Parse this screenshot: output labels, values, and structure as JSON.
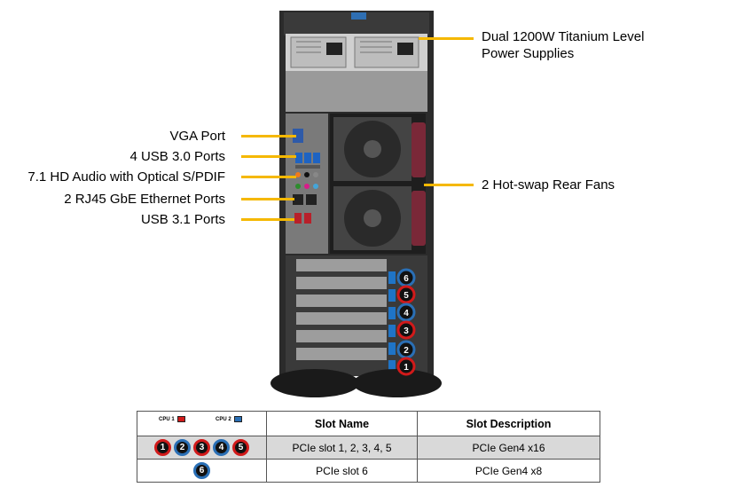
{
  "callouts_left": [
    {
      "id": "vga",
      "text": "VGA Port"
    },
    {
      "id": "usb30",
      "text": "4 USB 3.0 Ports"
    },
    {
      "id": "audio",
      "text": "7.1 HD Audio with Optical S/PDIF"
    },
    {
      "id": "rj45",
      "text": "2 RJ45 GbE Ethernet Ports"
    },
    {
      "id": "usb31",
      "text": "USB 3.1 Ports"
    }
  ],
  "callouts_right": {
    "psu_line1": "Dual 1200W Titanium Level",
    "psu_line2": "Power Supplies",
    "fans": "2 Hot-swap Rear Fans"
  },
  "slot_badges": [
    "6",
    "5",
    "4",
    "3",
    "2",
    "1"
  ],
  "colors": {
    "leader": "#f5b800",
    "cpu1": "#d11a1a",
    "cpu2": "#2a6fb5"
  },
  "table": {
    "cpu1_label": "CPU 1",
    "cpu2_label": "CPU 2",
    "headers": [
      "Slot Name",
      "Slot Description"
    ],
    "rows": [
      {
        "badges_cpu1": [
          "1",
          "3",
          "5"
        ],
        "badges_all": [
          "1",
          "2",
          "3",
          "4",
          "5"
        ],
        "name": "PCIe slot 1, 2, 3, 4, 5",
        "desc": "PCIe Gen4 x16"
      },
      {
        "badges_all": [
          "6"
        ],
        "name": "PCIe slot 6",
        "desc": "PCIe Gen4 x8"
      }
    ]
  }
}
